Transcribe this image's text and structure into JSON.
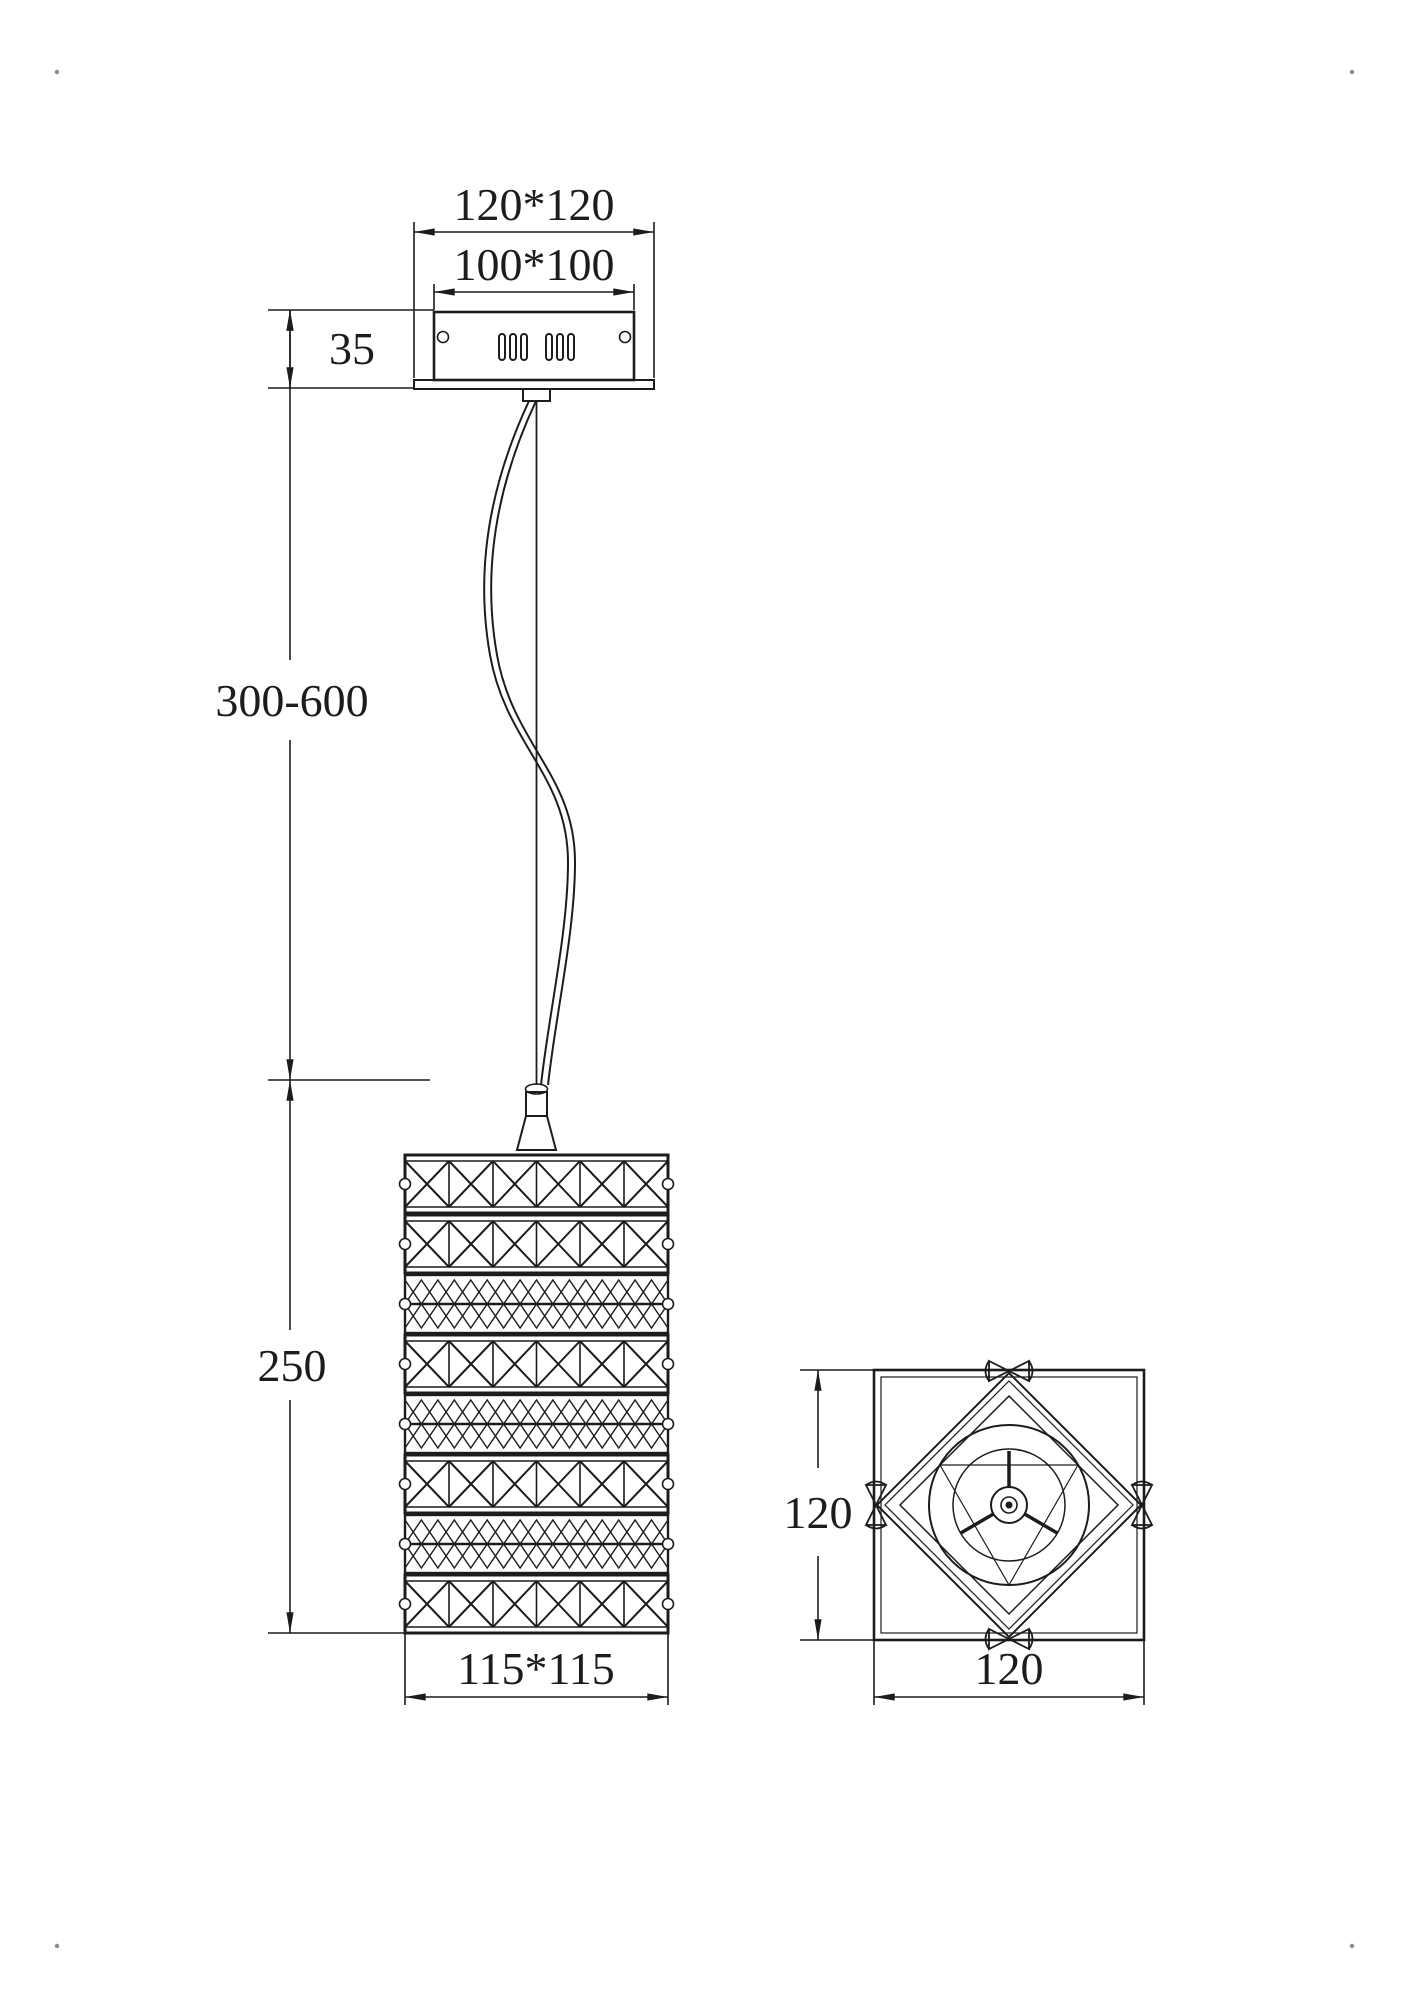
{
  "drawing": {
    "background": "#ffffff",
    "line_color": "#1c1c1c",
    "views": {
      "front": {
        "labels": {
          "canopy_outer": "120*120",
          "canopy_inner": "100*100",
          "canopy_height": "35",
          "suspension_length": "300-600",
          "shade_height": "250",
          "shade_footprint": "115*115"
        }
      },
      "bottom": {
        "labels": {
          "side_vertical": "120",
          "side_horizontal": "120"
        }
      }
    }
  }
}
